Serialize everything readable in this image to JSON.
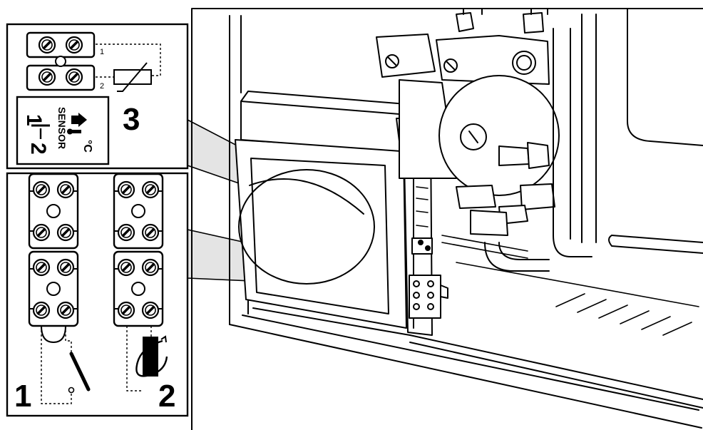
{
  "callouts": {
    "one": "1",
    "two": "2",
    "three": "3"
  },
  "sensor_label": {
    "word": "SENSOR",
    "pole_top": "1",
    "pole_bottom": "2",
    "unit": "°C"
  },
  "terminal_pins": {
    "upper": "1",
    "lower": "2"
  },
  "icons": [
    "thermistor-icon",
    "house-thermometer-icon",
    "switch-icon",
    "clock-timer-icon",
    "screw-terminal-icon"
  ],
  "colors": {
    "line": "#000000",
    "callout_fill": "#e4e4e4",
    "panel_bg": "#ffffff"
  }
}
